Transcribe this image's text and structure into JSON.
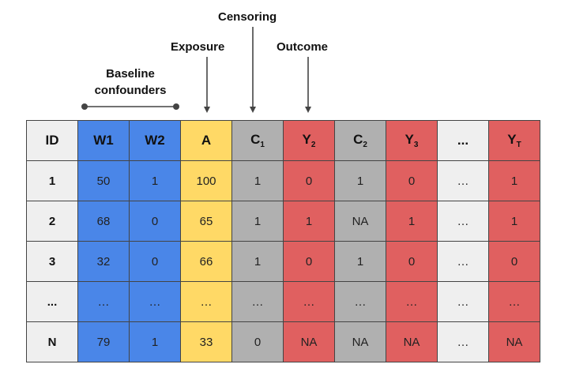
{
  "annotations": {
    "censoring": "Censoring",
    "exposure": "Exposure",
    "outcome": "Outcome",
    "baseline_line1": "Baseline",
    "baseline_line2": "confounders"
  },
  "colors": {
    "id": "#efefef",
    "baseline": "#4a86e8",
    "exposure": "#ffd966",
    "censoring": "#b0b0b0",
    "outcome": "#e06060",
    "ellipsis": "#efefef"
  },
  "columns": [
    {
      "key": "id",
      "label": "ID",
      "sub": "",
      "color_role": "id"
    },
    {
      "key": "w1",
      "label": "W1",
      "sub": "",
      "color_role": "baseline"
    },
    {
      "key": "w2",
      "label": "W2",
      "sub": "",
      "color_role": "baseline"
    },
    {
      "key": "a",
      "label": "A",
      "sub": "",
      "color_role": "exposure"
    },
    {
      "key": "c1",
      "label": "C",
      "sub": "1",
      "color_role": "censoring"
    },
    {
      "key": "y2",
      "label": "Y",
      "sub": "2",
      "color_role": "outcome"
    },
    {
      "key": "c2",
      "label": "C",
      "sub": "2",
      "color_role": "censoring"
    },
    {
      "key": "y3",
      "label": "Y",
      "sub": "3",
      "color_role": "outcome"
    },
    {
      "key": "dots",
      "label": "...",
      "sub": "",
      "color_role": "ellipsis"
    },
    {
      "key": "yt",
      "label": "Y",
      "sub": "T",
      "color_role": "outcome"
    }
  ],
  "rows": [
    [
      "1",
      "50",
      "1",
      "100",
      "1",
      "0",
      "1",
      "0",
      "…",
      "1"
    ],
    [
      "2",
      "68",
      "0",
      "65",
      "1",
      "1",
      "NA",
      "1",
      "…",
      "1"
    ],
    [
      "3",
      "32",
      "0",
      "66",
      "1",
      "0",
      "1",
      "0",
      "…",
      "0"
    ],
    [
      "...",
      "…",
      "…",
      "…",
      "…",
      "…",
      "…",
      "…",
      "…",
      "…"
    ],
    [
      "N",
      "79",
      "1",
      "33",
      "0",
      "NA",
      "NA",
      "NA",
      "…",
      "NA"
    ]
  ]
}
